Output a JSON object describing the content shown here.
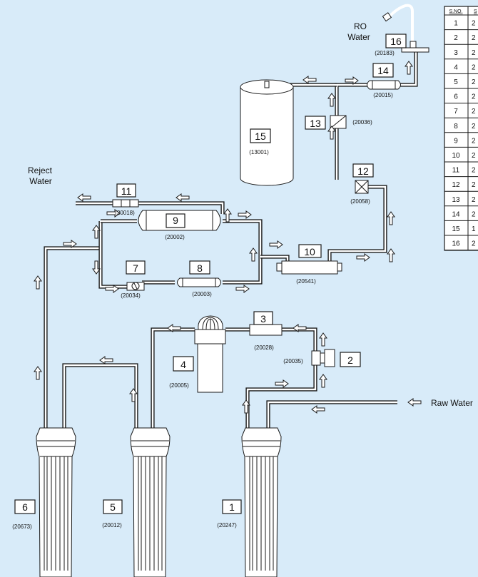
{
  "components": [
    {
      "no": "1",
      "code": "(20247)"
    },
    {
      "no": "2",
      "code": "(20035)"
    },
    {
      "no": "3",
      "code": "(20028)"
    },
    {
      "no": "4",
      "code": "(20005)"
    },
    {
      "no": "5",
      "code": "(20012)"
    },
    {
      "no": "6",
      "code": "(20673)"
    },
    {
      "no": "7",
      "code": "(20034)"
    },
    {
      "no": "8",
      "code": "(20003)"
    },
    {
      "no": "9",
      "code": "(20002)"
    },
    {
      "no": "10",
      "code": "(20541)"
    },
    {
      "no": "11",
      "code": "(20018)"
    },
    {
      "no": "12",
      "code": "(20058)"
    },
    {
      "no": "13",
      "code": "(20036)"
    },
    {
      "no": "14",
      "code": "(20015)"
    },
    {
      "no": "15",
      "code": "(13001)"
    },
    {
      "no": "16",
      "code": "(20183)"
    }
  ],
  "labels": {
    "ro_line1": "RO",
    "ro_line2": "Water",
    "reject_line1": "Reject",
    "reject_line2": "Water",
    "raw_water": "Raw Water"
  },
  "table": {
    "header_sno": "S.NO.",
    "header_next": "S",
    "rows": [
      {
        "sno": "1",
        "next": "2"
      },
      {
        "sno": "2",
        "next": "2"
      },
      {
        "sno": "3",
        "next": "2"
      },
      {
        "sno": "4",
        "next": "2"
      },
      {
        "sno": "5",
        "next": "2"
      },
      {
        "sno": "6",
        "next": "2"
      },
      {
        "sno": "7",
        "next": "2"
      },
      {
        "sno": "8",
        "next": "2"
      },
      {
        "sno": "9",
        "next": "2"
      },
      {
        "sno": "10",
        "next": "2"
      },
      {
        "sno": "11",
        "next": "2"
      },
      {
        "sno": "12",
        "next": "2"
      },
      {
        "sno": "13",
        "next": "2"
      },
      {
        "sno": "14",
        "next": "2"
      },
      {
        "sno": "15",
        "next": "1"
      },
      {
        "sno": "16",
        "next": "2"
      }
    ]
  },
  "colors": {
    "background": "#d8ebf9",
    "line": "#1a1a1a",
    "fill": "#ffffff"
  }
}
